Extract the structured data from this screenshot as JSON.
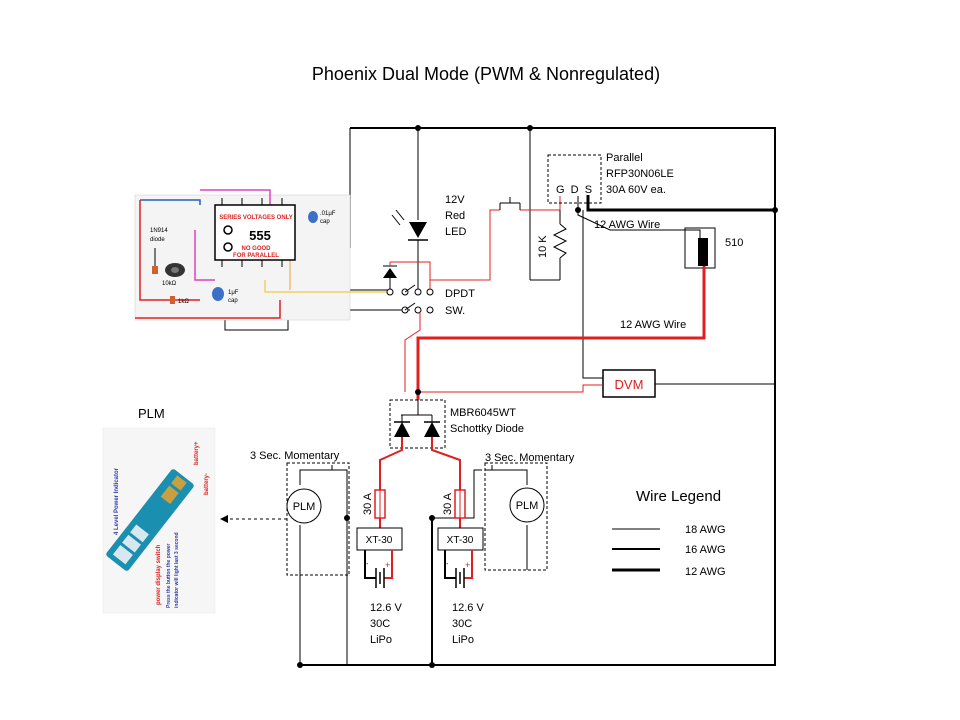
{
  "title": "Phoenix Dual Mode (PWM & Nonregulated)",
  "led": {
    "line1": "12V",
    "line2": "Red",
    "line3": "LED"
  },
  "mosfet": {
    "line1": "Parallel",
    "line2": "RFP30N06LE",
    "line3": "30A 60V ea.",
    "pins": "G  D  S"
  },
  "resistor_10k": "10 K",
  "wire_12awg_top": "12 AWG Wire",
  "wire_12awg_mid": "12 AWG Wire",
  "pot_510": "510",
  "dpdt": {
    "line1": "DPDT",
    "line2": "SW."
  },
  "dvm": "DVM",
  "schottky": {
    "line1": "MBR6045WT",
    "line2": "Schottky Diode"
  },
  "momentary_left": "3 Sec. Momentary",
  "momentary_right": "3 Sec. Momentary",
  "plm_left": "PLM",
  "plm_right": "PLM",
  "plm_title": "PLM",
  "fuse_left": "30 A",
  "fuse_right": "30 A",
  "connector_left": "XT-30",
  "connector_right": "XT-30",
  "battery_left": {
    "line1": "12.6 V",
    "line2": "30C",
    "line3": "LiPo"
  },
  "battery_right": {
    "line1": "12.6 V",
    "line2": "30C",
    "line3": "LiPo"
  },
  "legend": {
    "title": "Wire Legend",
    "items": [
      {
        "label": "18 AWG",
        "width": 1
      },
      {
        "label": "16 AWG",
        "width": 2
      },
      {
        "label": "12 AWG",
        "width": 3
      }
    ]
  },
  "board555": {
    "chip": "555",
    "top_note": "SERIES VOLTAGES ONLY",
    "bottom_note1": "NO GOOD",
    "bottom_note2": "FOR PARALLEL",
    "diode": "1N914",
    "diode2": "diode",
    "pot": "10kΩ",
    "resistor": "1kΩ",
    "cap1": "1μF",
    "cap1b": "cap",
    "cap2": ".01μF",
    "cap2b": "cap"
  },
  "plm_board": {
    "text1": "4 Level Power Indicator",
    "text2": "battery+",
    "text3": "battery-",
    "text4": "power display switch",
    "text5": "Press the button the power",
    "text6": "indicator will light last 3 second"
  },
  "colors": {
    "wire_red": "#e02020",
    "wire_black": "#000000",
    "wire_yellow": "#f0d060",
    "wire_orange": "#f0a030",
    "wire_pink": "#e040c0",
    "wire_blue": "#2060c0",
    "pcb": "#1a8fb0"
  }
}
